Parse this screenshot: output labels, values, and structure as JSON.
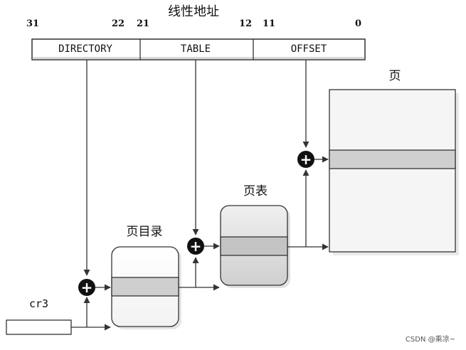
{
  "title": "线性地址",
  "bits": {
    "b31": "31",
    "b22": "22",
    "b21": "21",
    "b12": "12",
    "b11": "11",
    "b0": "0"
  },
  "fields": {
    "directory": "DIRECTORY",
    "table": "TABLE",
    "offset": "OFFSET"
  },
  "labels": {
    "page": "页",
    "page_table": "页表",
    "page_directory": "页目录",
    "cr3": "cr3"
  },
  "adder_symbol": "+",
  "watermark": "CSDN @乘凉~"
}
